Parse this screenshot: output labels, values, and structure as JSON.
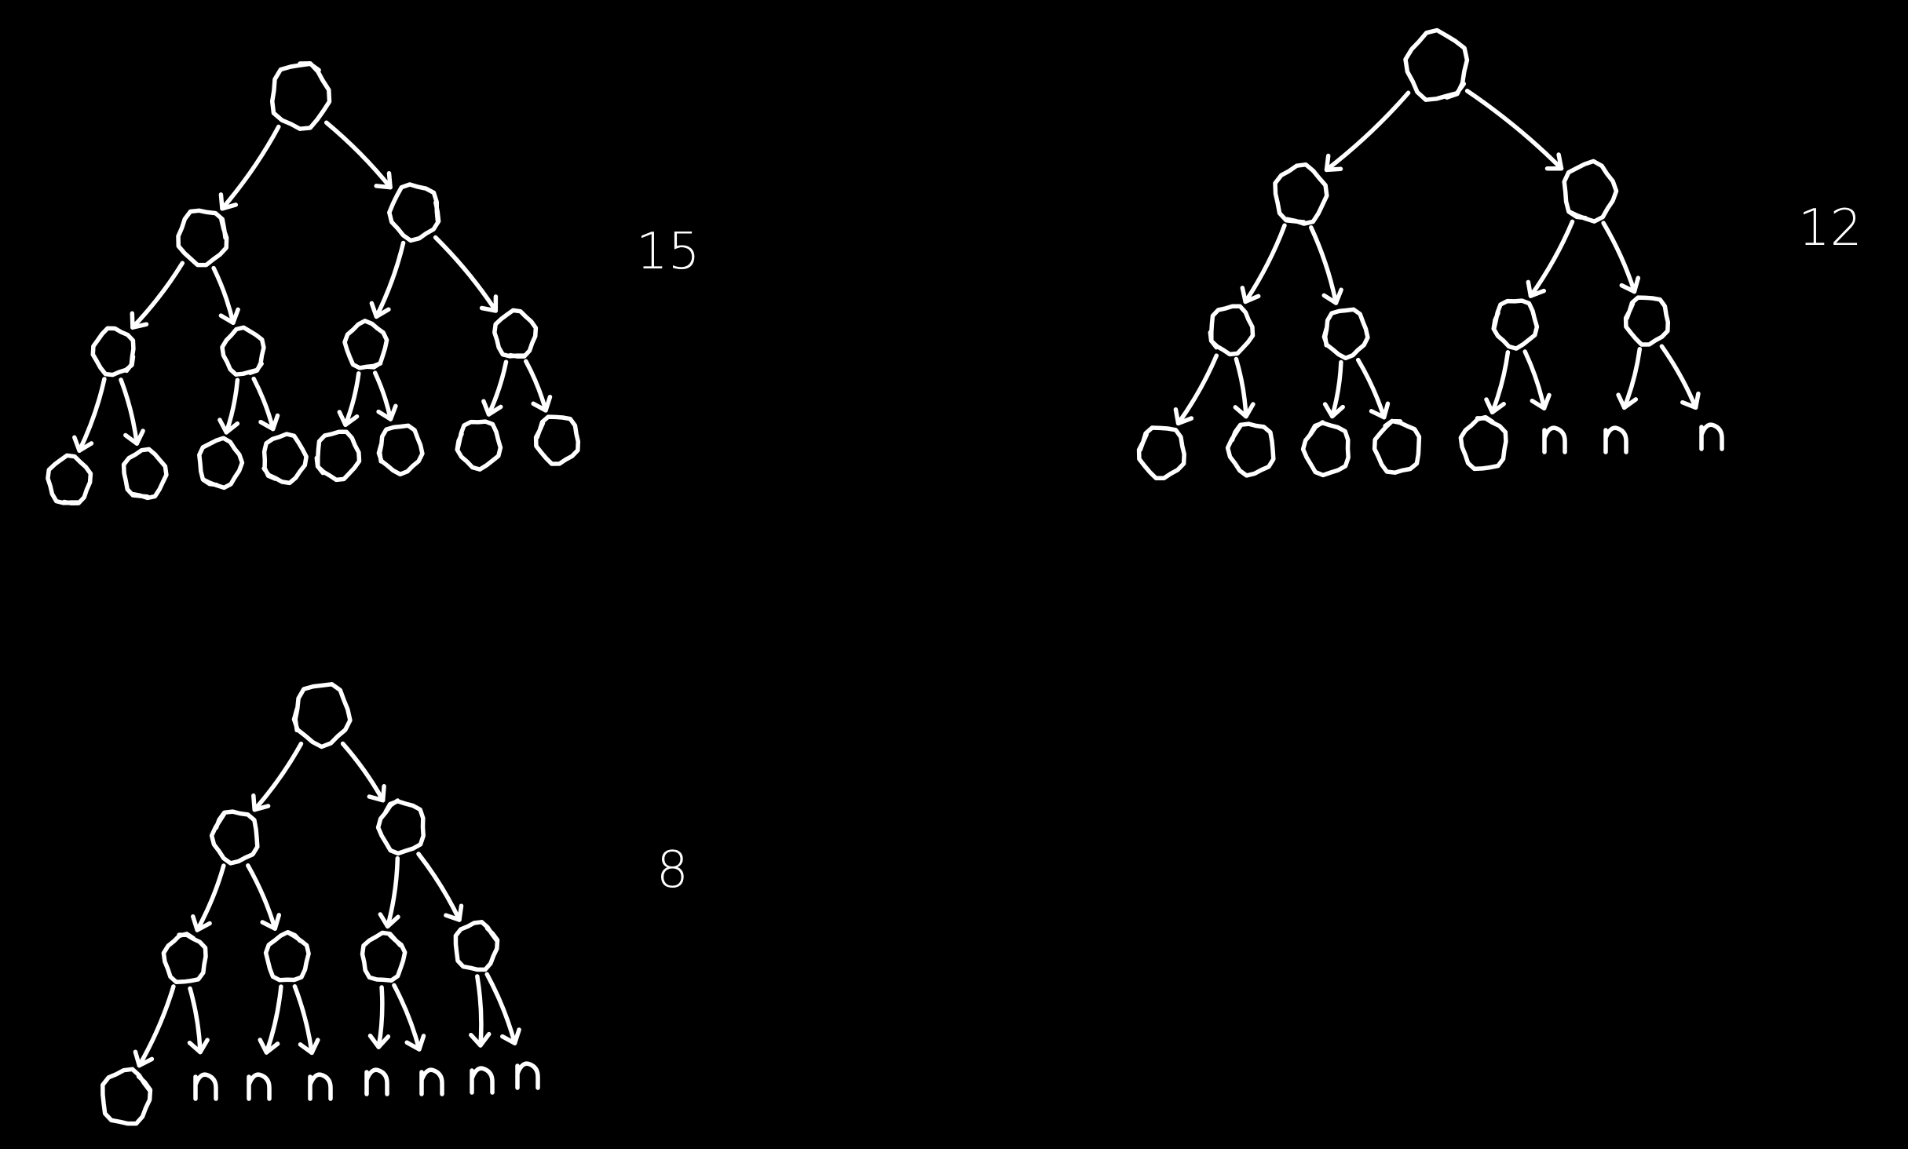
{
  "background_color": "#000000",
  "stroke_color": "#ffffff",
  "trees": [
    {
      "count_label": "15",
      "levels": [
        [
          "node"
        ],
        [
          "node",
          "node"
        ],
        [
          "node",
          "node",
          "node",
          "node"
        ],
        [
          "node",
          "node",
          "node",
          "node",
          "node",
          "node",
          "node",
          "node"
        ]
      ]
    },
    {
      "count_label": "12",
      "levels": [
        [
          "node"
        ],
        [
          "node",
          "node"
        ],
        [
          "node",
          "node",
          "node",
          "node"
        ],
        [
          "node",
          "node",
          "node",
          "node",
          "node",
          "n",
          "n",
          "n"
        ]
      ]
    },
    {
      "count_label": "8",
      "levels": [
        [
          "node"
        ],
        [
          "node",
          "node"
        ],
        [
          "node",
          "node",
          "node",
          "node"
        ],
        [
          "node",
          "n",
          "n",
          "n",
          "n",
          "n",
          "n",
          "n"
        ]
      ]
    }
  ]
}
